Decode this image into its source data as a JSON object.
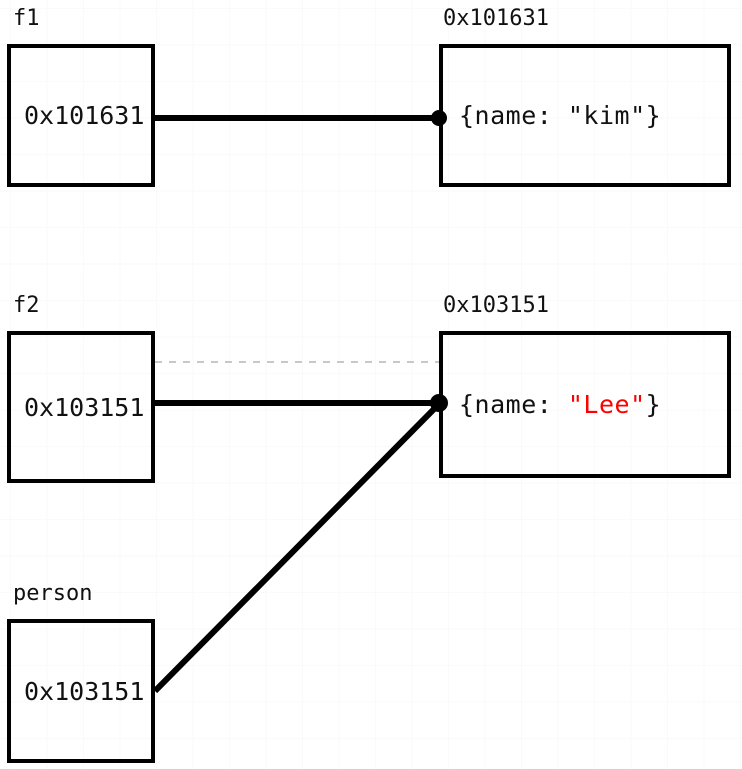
{
  "diagram": {
    "title": "javascript-object-reference-memory-diagram",
    "colors": {
      "stroke": "#000000",
      "text": "#111111",
      "highlight": "#ff0000",
      "grid_minor": "#fafafa",
      "grid_major": "#f2f2f2",
      "guide_dash": "#cccccc"
    },
    "variables": [
      {
        "name": "f1",
        "value": "0x101631"
      },
      {
        "name": "f2",
        "value": "0x103151"
      },
      {
        "name": "person",
        "value": "0x103151"
      }
    ],
    "objects": [
      {
        "address": "0x101631",
        "open_brace": "{name: ",
        "value": "\"kim\"",
        "close_brace": "}",
        "value_highlighted": false
      },
      {
        "address": "0x103151",
        "open_brace": "{name: ",
        "value": "\"Lee\"",
        "close_brace": "}",
        "value_highlighted": true
      }
    ],
    "edges": [
      {
        "from": "f1",
        "to": "0x101631",
        "style": "solid",
        "endpoint": "filled-dot"
      },
      {
        "from": "f2",
        "to": "0x103151",
        "style": "solid",
        "endpoint": "filled-dot"
      },
      {
        "from": "person",
        "to": "0x103151",
        "style": "solid",
        "endpoint": "filled-dot"
      }
    ],
    "guides": [
      {
        "name": "alignment-guide",
        "style": "dashed",
        "orientation": "horizontal"
      }
    ]
  }
}
